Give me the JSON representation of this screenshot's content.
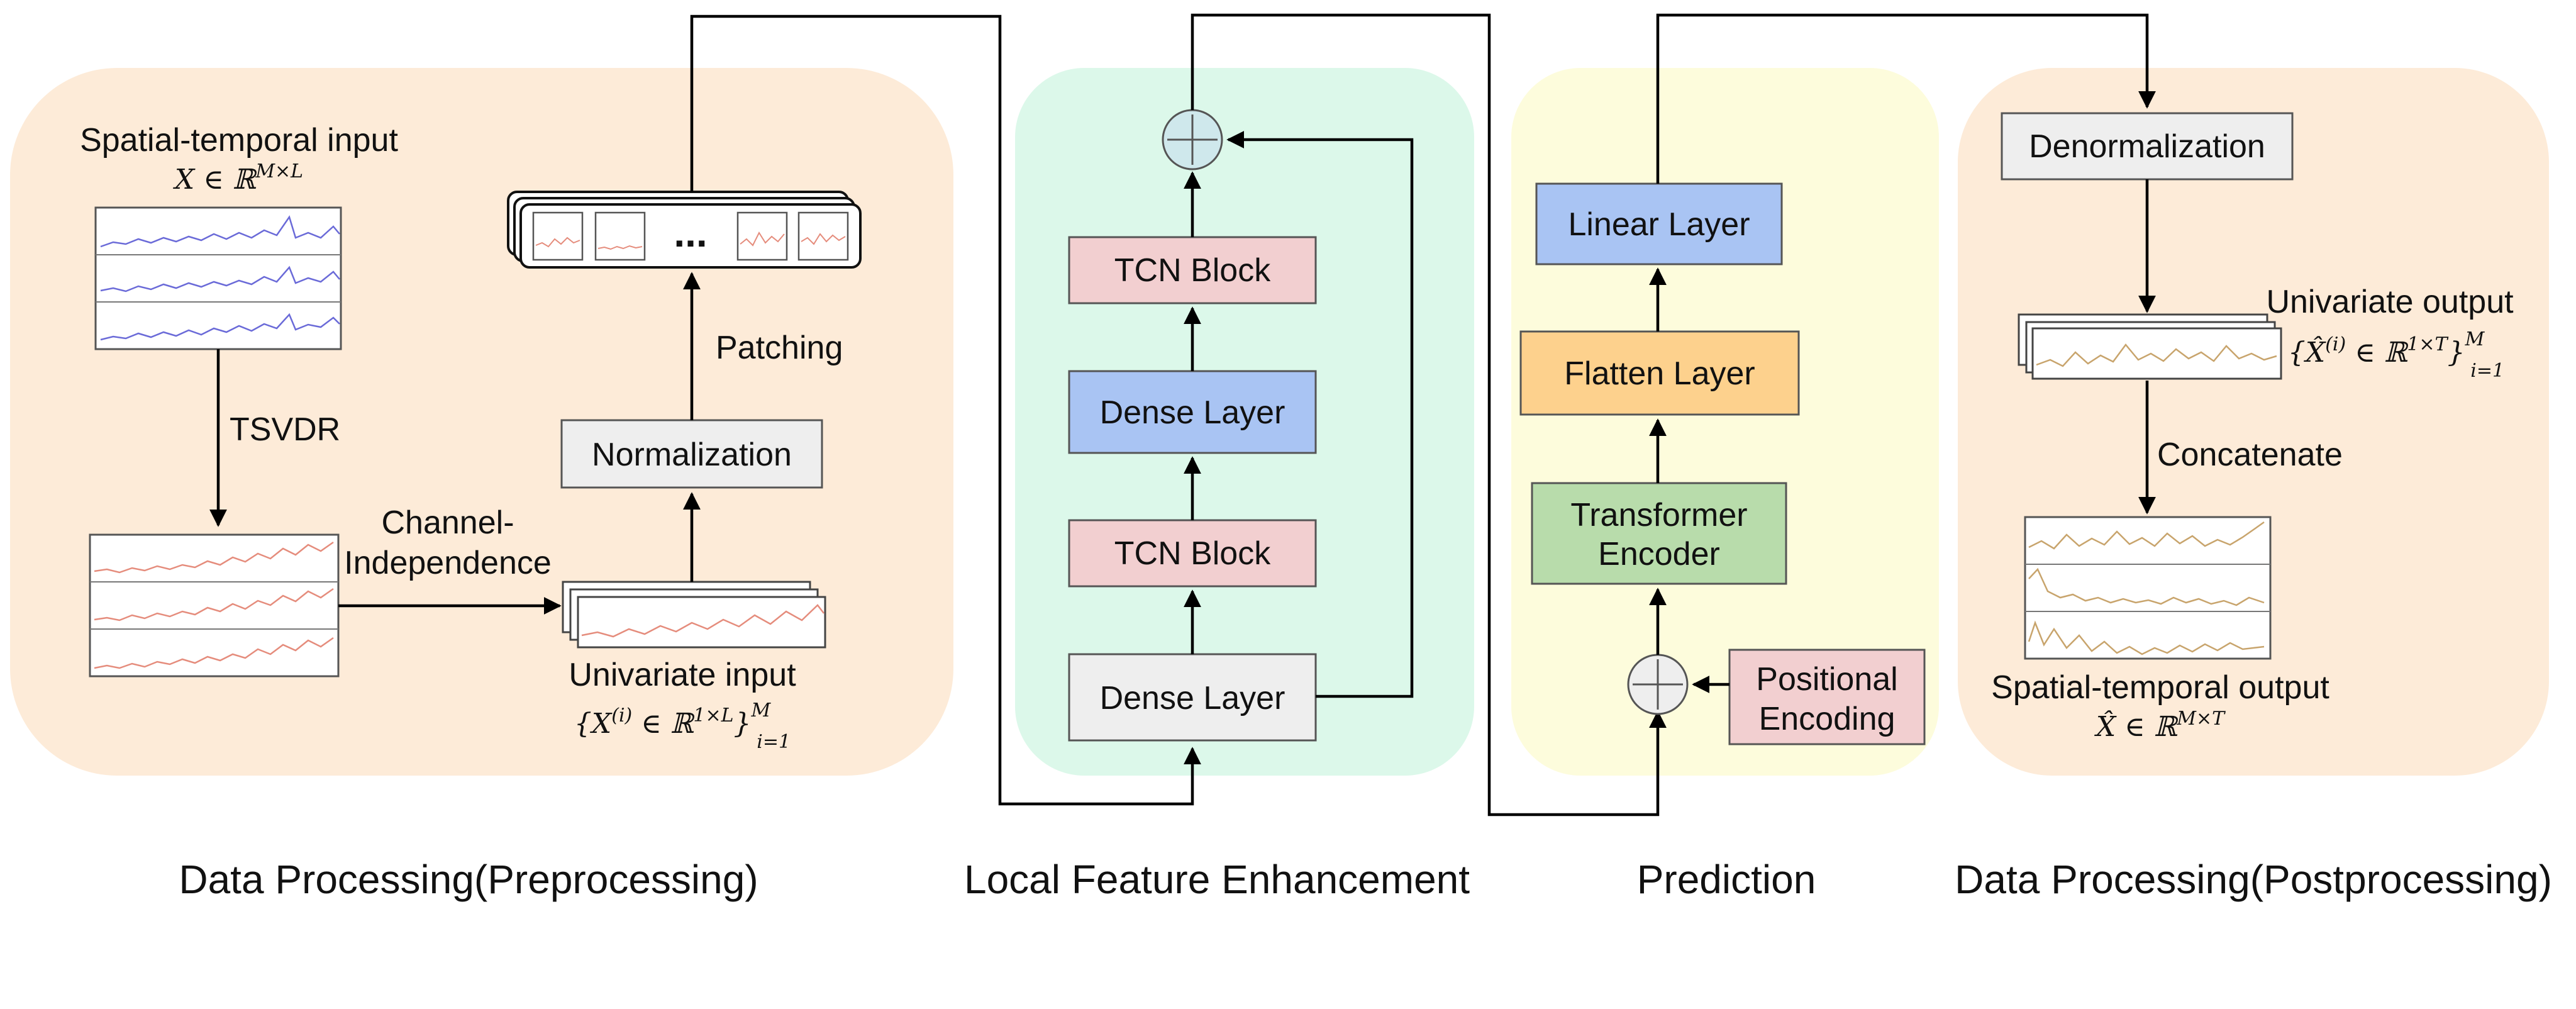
{
  "colors": {
    "preprocessing_bg": "#fdebd8",
    "local_feature_bg": "#dcf8ea",
    "prediction_bg": "#fdfcdc",
    "postprocessing_bg": "#fdebd8",
    "dense_gray": "#eeeeee",
    "tcn_pink": "#f2cfd0",
    "dense_blue": "#a9c4f3",
    "flatten_orange": "#fdd18d",
    "transformer_green": "#b8dcab",
    "positional_pink": "#f2cfd0",
    "adder_fill": "#cfe8ec",
    "series_blue": "#6a6ad8",
    "series_red": "#e58c7c",
    "series_tan": "#c8a46c"
  },
  "sections": {
    "preprocessing": {
      "caption": "Data Processing(Preprocessing)",
      "input_label": "Spatial-temporal input",
      "input_math": "X ∈ ℝ",
      "input_math_sup": "M×L",
      "tsvdr_label": "TSVDR",
      "channel_label_1": "Channel-",
      "channel_label_2": "Independence",
      "univariate_label": "Univariate input",
      "univariate_math": "{X",
      "univariate_math_sup": "(i)",
      "univariate_math_rest": " ∈ ℝ",
      "univariate_math_rest_sup": "1×L",
      "univariate_math_close": "}",
      "univariate_math_range_sup": "M",
      "univariate_math_range_sub": "i=1",
      "normalization_label": "Normalization",
      "patching_label": "Patching",
      "patch_ellipsis": "..."
    },
    "local_feature": {
      "caption": "Local Feature Enhancement",
      "dense_bottom": "Dense Layer",
      "tcn_lower": "TCN Block",
      "dense_middle": "Dense Layer",
      "tcn_upper": "TCN Block"
    },
    "prediction": {
      "caption": "Prediction",
      "linear": "Linear Layer",
      "flatten": "Flatten Layer",
      "transformer_1": "Transformer",
      "transformer_2": "Encoder",
      "positional_1": "Positional",
      "positional_2": "Encoding"
    },
    "postprocessing": {
      "caption": "Data Processing(Postprocessing)",
      "denormalization": "Denormalization",
      "univariate_output_label": "Univariate output",
      "univariate_output_math": "{X̂",
      "univariate_output_math_sup": "(i)",
      "univariate_output_math_rest": " ∈ ℝ",
      "univariate_output_math_rest_sup": "1×T",
      "univariate_output_math_close": "}",
      "univariate_output_math_range_sup": "M",
      "univariate_output_math_range_sub": "i=1",
      "concatenate_label": "Concatenate",
      "output_label": "Spatial-temporal output",
      "output_math": "X̂ ∈ ℝ",
      "output_math_sup": "M×T"
    }
  }
}
